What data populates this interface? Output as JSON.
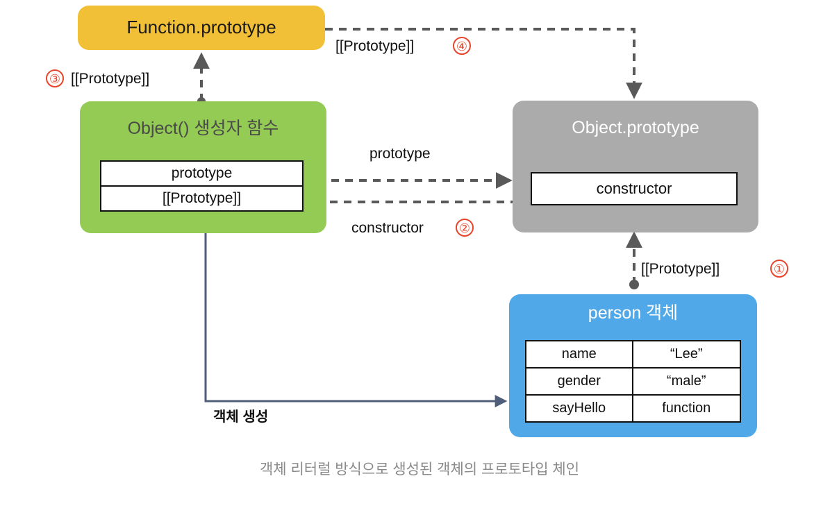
{
  "diagram": {
    "caption": "객체 리터럴 방식으로 생성된 객체의 프로토타입 체인",
    "nodes": {
      "function_prototype": {
        "title": "Function.prototype",
        "color": "#F2C037"
      },
      "object_constructor": {
        "title": "Object() 생성자 함수",
        "color": "#93CB54",
        "rows": [
          {
            "cells": [
              "prototype"
            ]
          },
          {
            "cells": [
              "[[Prototype]]"
            ]
          }
        ]
      },
      "object_prototype": {
        "title": "Object.prototype",
        "color": "#ABABAB",
        "rows": [
          {
            "cells": [
              "constructor"
            ]
          }
        ]
      },
      "person": {
        "title": "person 객체",
        "color": "#51A8E8",
        "rows": [
          {
            "cells": [
              "name",
              "“Lee”"
            ]
          },
          {
            "cells": [
              "gender",
              "“male”"
            ]
          },
          {
            "cells": [
              "sayHello",
              "function"
            ]
          }
        ]
      }
    },
    "edges": {
      "proto_1": {
        "label": "[[Prototype]]",
        "marker": "①"
      },
      "proto_2": {
        "label": "constructor",
        "marker": "②"
      },
      "proto_3": {
        "label": "[[Prototype]]",
        "marker": "③"
      },
      "proto_4": {
        "label": "[[Prototype]]",
        "marker": "④"
      },
      "prototype": {
        "label": "prototype",
        "marker": ""
      },
      "create": {
        "label": "객체 생성",
        "marker": ""
      }
    },
    "colors": {
      "marker_red": "#E8442B",
      "wire_gray": "#595959",
      "wire_slate": "#4F5F79",
      "caption_gray": "#8a8a8a"
    }
  }
}
